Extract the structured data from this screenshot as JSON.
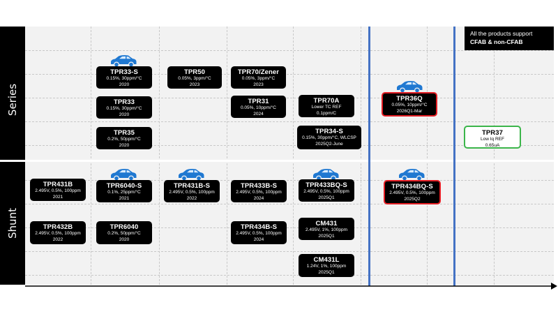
{
  "rows": {
    "series": "Series",
    "shunt": "Shunt"
  },
  "note": {
    "line1": "All the products support",
    "line2": "CFAB & non-CFAB"
  },
  "colors": {
    "card_bg": "#000000",
    "highlight_border": "#e31e24",
    "new_border": "#3bb54a",
    "roadmap_line": "#4472c4",
    "car_icon": "#1f78d1"
  },
  "products": {
    "tpr33s": {
      "name": "TPR33-S",
      "spec": "0.15%, 30ppm/°C",
      "date": "2020",
      "automotive": true
    },
    "tpr50": {
      "name": "TPR50",
      "spec": "0.05%, 3ppm/°C",
      "date": "2023"
    },
    "tpr70z": {
      "name": "TPR70/Zener",
      "spec": "0.05%, 3ppm/°C",
      "date": "2023"
    },
    "tpr33": {
      "name": "TPR33",
      "spec": "0.15%, 30ppm/°C",
      "date": "2020"
    },
    "tpr31": {
      "name": "TPR31",
      "spec": "0.05%, 10ppm/°C",
      "date": "2024"
    },
    "tpr70a": {
      "name": "TPR70A",
      "spec": "Lower TC REF",
      "date": "0.1ppm/C"
    },
    "tpr36q": {
      "name": "TPR36Q",
      "spec": "0.05%, 10ppm/°C",
      "date": "2026Q1-Mar",
      "automotive": true,
      "highlight": true
    },
    "tpr35": {
      "name": "TPR35",
      "spec": "0.2%, 50ppm/°C",
      "date": "2020"
    },
    "tpr34s": {
      "name": "TPR34-S",
      "spec": "0.15%, 30ppm/°C, WLCSP",
      "date": "2025Q2-June"
    },
    "tpr37": {
      "name": "TPR37",
      "spec": "Low Iq REF",
      "date": "0.65uA",
      "new": true
    },
    "tpr431b": {
      "name": "TPR431B",
      "spec": "2.495V, 0.5%, 100ppm",
      "date": "2021"
    },
    "tpr6040s": {
      "name": "TPR6040-S",
      "spec": "0.1%, 25ppm/°C",
      "date": "2021",
      "automotive": true
    },
    "tpr431bs": {
      "name": "TPR431B-S",
      "spec": "2.495V, 0.5%, 100ppm",
      "date": "2022",
      "automotive": true
    },
    "tpr433bs": {
      "name": "TPR433B-S",
      "spec": "2.495V, 0.5%, 100ppm",
      "date": "2024"
    },
    "tpr433bqs": {
      "name": "TPR433BQ-S",
      "spec": "2.495V, 0.5%, 100ppm",
      "date": "2025Q1",
      "automotive": true
    },
    "tpr434bqs": {
      "name": "TPR434BQ-S",
      "spec": "2.495V, 0.5%, 100ppm",
      "date": "2025Q2",
      "automotive": true,
      "highlight": true
    },
    "tpr432b": {
      "name": "TPR432B",
      "spec": "2.495V, 0.5%, 100ppm",
      "date": "2022"
    },
    "tpr6040": {
      "name": "TPR6040",
      "spec": "0.2%, 50ppm/°C",
      "date": "2020"
    },
    "tpr434bs": {
      "name": "TPR434B-S",
      "spec": "2.495V, 0.5%, 100ppm",
      "date": "2024"
    },
    "cm431": {
      "name": "CM431",
      "spec": "2.495V, 1%, 100ppm",
      "date": "2025Q1"
    },
    "cm431l": {
      "name": "CM431L",
      "spec": "1.24V, 1%, 100ppm",
      "date": "2025Q1"
    }
  }
}
